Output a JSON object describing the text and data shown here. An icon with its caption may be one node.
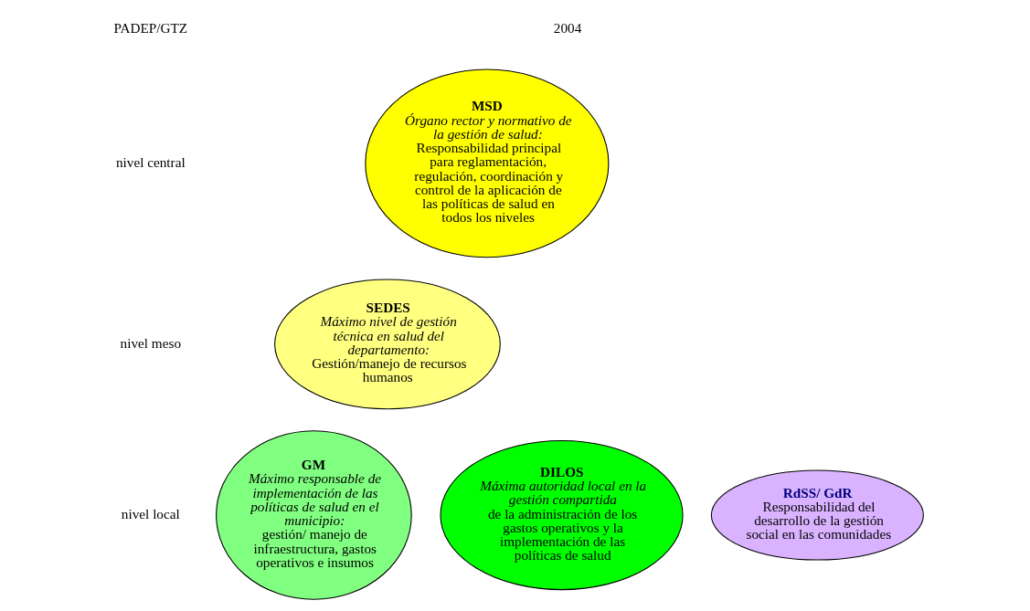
{
  "diagram": {
    "nodes": [
      {
        "text": [
          "MSD",
          "Órgano rector y normativo de la gestión de salud:",
          "Responsabilidad principal para reglamentación, regulación, coordinación y control de la aplicación de las políticas de salud en todos los niveles"
        ]
      },
      {
        "text": [
          "SEDES",
          "Máximo nivel de gestión técnica en salud del departamento:",
          "Gestión/manejo de recursos humanos"
        ]
      },
      {
        "text": [
          "GM",
          "Máximo responsable de implementación de las políticas de salud en el municipio:",
          "gestión/ manejo de infraestructura, gastos operativos e insumos"
        ]
      },
      {
        "text": [
          "DILOS",
          "Máxima autoridad local en la gestión compartida",
          "de la administración de los gastos operativos y la implementación de las políticas de salud"
        ]
      },
      {
        "text": [
          "RdSS/ GdR",
          "Responsabilidad del desarrollo de la gestión social en las comunidades"
        ]
      }
    ],
    "edges": [],
    "labels": [
      "PADEP/GTZ",
      "2004",
      "nivel central",
      "nivel meso",
      "nivel local"
    ]
  }
}
